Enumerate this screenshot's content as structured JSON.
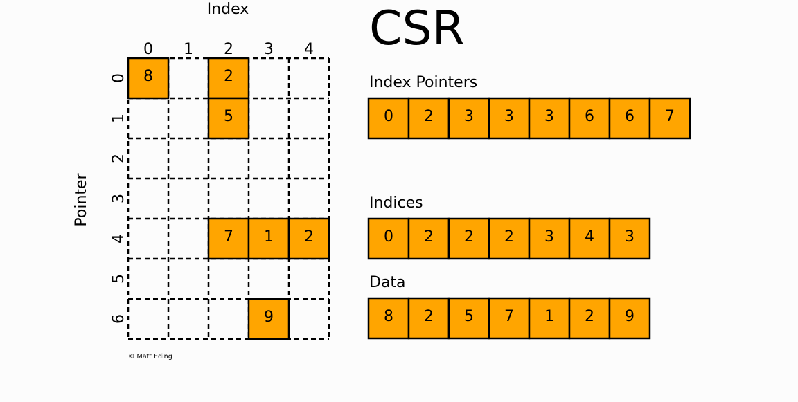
{
  "title": "CSR",
  "matrix": {
    "x_label": "Index",
    "y_label": "Pointer",
    "columns": [
      "0",
      "1",
      "2",
      "3",
      "4"
    ],
    "rows": [
      "0",
      "1",
      "2",
      "3",
      "4",
      "5",
      "6"
    ],
    "cells": [
      [
        "8",
        "",
        "2",
        "",
        ""
      ],
      [
        "",
        "",
        "5",
        "",
        ""
      ],
      [
        "",
        "",
        "",
        "",
        ""
      ],
      [
        "",
        "",
        "",
        "",
        ""
      ],
      [
        "",
        "",
        "7",
        "1",
        "2"
      ],
      [
        "",
        "",
        "",
        "",
        ""
      ],
      [
        "",
        "",
        "",
        "9",
        ""
      ]
    ]
  },
  "arrays": [
    {
      "key": "index-pointers",
      "label": "Index Pointers",
      "values": [
        "0",
        "2",
        "3",
        "3",
        "3",
        "6",
        "6",
        "7"
      ]
    },
    {
      "key": "indices",
      "label": "Indices",
      "values": [
        "0",
        "2",
        "2",
        "2",
        "3",
        "4",
        "3"
      ]
    },
    {
      "key": "data",
      "label": "Data",
      "values": [
        "8",
        "2",
        "5",
        "7",
        "1",
        "2",
        "9"
      ]
    }
  ],
  "copyright": "© Matt Eding",
  "colors": {
    "filled": "#ffa500",
    "stroke": "#000000",
    "background": "#fcfcfc"
  }
}
